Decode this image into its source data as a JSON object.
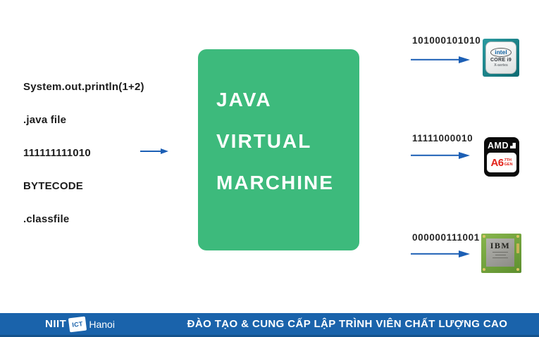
{
  "source_column": {
    "items": [
      "System.out.println(1+2)",
      ".java file",
      "111111111010",
      "BYTECODE",
      ".classfile"
    ]
  },
  "jvm_box": {
    "lines": [
      "JAVA",
      "VIRTUAL",
      "MARCHINE"
    ]
  },
  "outputs": [
    {
      "binary": "101000101010",
      "chip_icon": "intel-core-i9-cpu-icon"
    },
    {
      "binary": "11111000010",
      "chip_icon": "amd-a6-7th-gen-cpu-icon"
    },
    {
      "binary": "000000111001",
      "chip_icon": "ibm-cpu-icon"
    }
  ],
  "chips": {
    "intel": {
      "brand": "intel",
      "model": "CORE i9",
      "series": "X-series"
    },
    "amd": {
      "brand": "AMD",
      "model": "A6",
      "gen_top": "7TH",
      "gen_bottom": "GEN"
    },
    "ibm": {
      "brand": "IBM"
    }
  },
  "footer": {
    "logo_niit": "NIIT",
    "logo_ict": "ICT",
    "logo_hanoi": "Hanoi",
    "slogan": "ĐÀO TẠO & CUNG CẤP LẬP TRÌNH VIÊN CHẤT LƯỢNG CAO"
  },
  "colors": {
    "jvm_green": "#3dba7c",
    "arrow_blue": "#1c5fb5",
    "footer_blue": "#1a63ab",
    "text_dark": "#1c1c1c",
    "amd_red": "#e2231a",
    "intel_teal": "#127c82"
  }
}
